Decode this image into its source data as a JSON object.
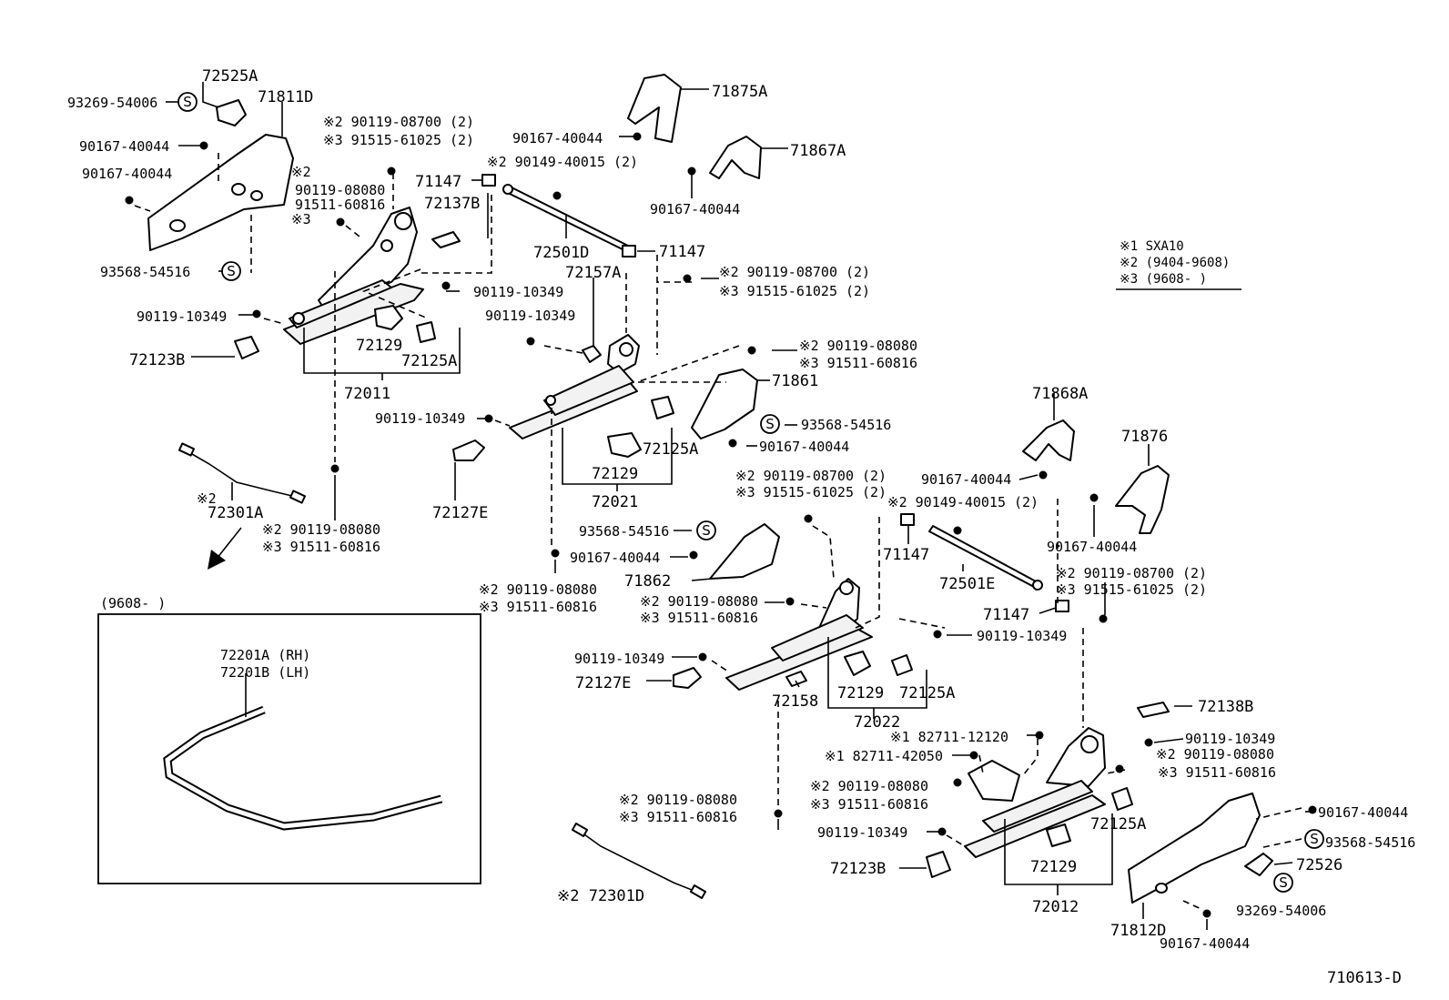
{
  "colors": {
    "ink": "#000000",
    "paper": "#ffffff"
  },
  "legend": {
    "l1": "※1 SXA10",
    "l2": "※2 (9404-9608)",
    "l3": "※3 (9608-       )"
  },
  "inset": {
    "title": "(9608-       )",
    "rh": "72201A (RH)",
    "lh": "72201B (LH)"
  },
  "diagram_id": "710613-D",
  "icons": {
    "s_mark": "S",
    "bolt": "bolt-icon",
    "arrow": "arrow-icon"
  },
  "labels": {
    "p72525A": "72525A",
    "p93269_54006_a": "93269-54006",
    "p71811D": "71811D",
    "p90167_40044_a": "90167-40044",
    "p90167_40044_b": "90167-40044",
    "p93568_54516_a": "93568-54516",
    "p90119_10349_a": "90119-10349",
    "p72123B_a": "72123B",
    "p72011": "72011",
    "p72129_a": "72129",
    "p72125A_a": "72125A",
    "n_top_a2": "※2 90119-08700 (2)",
    "n_top_a3": "※3 91515-61025 (2)",
    "n_mid_a1": "※2",
    "n_mid_a2": "90119-08080",
    "n_mid_a3": "91511-60816",
    "n_mid_a4": "※3",
    "p72137B": "72137B",
    "p71147_a": "71147",
    "n_rod_a": "※2 90149-40015 (2)",
    "p72501D": "72501D",
    "p71147_b": "71147",
    "p90119_10349_b": "90119-10349",
    "p72157A": "72157A",
    "p90119_10349_c": "90119-10349",
    "p71875A": "71875A",
    "p90167_40044_c": "90167-40044",
    "p71867A": "71867A",
    "p90167_40044_d": "90167-40044",
    "n_right_a2": "※2 90119-08700 (2)",
    "n_right_a3": "※3 91515-61025 (2)",
    "n_ctr_a2": "※2 90119-08080",
    "n_ctr_a3": "※3 91511-60816",
    "p71861": "71861",
    "p93568_54516_b": "93568-54516",
    "p90167_40044_e": "90167-40044",
    "p90119_10349_d": "90119-10349",
    "p72129_b": "72129",
    "p72125A_b": "72125A",
    "p72021": "72021",
    "p72127E_a": "72127E",
    "n_left_w2": "※2",
    "p72301A": "72301A",
    "n_left_b2": "※2 90119-08080",
    "n_left_b3": "※3 91511-60816",
    "p93568_54516_c": "93568-54516",
    "p90167_40044_f": "90167-40044",
    "p71862": "71862",
    "n_c_b2": "※2 90119-08080",
    "n_c_b3": "※3 91511-60816",
    "n_c2_b2": "※2 90119-08080",
    "n_c2_b3": "※3 91511-60816",
    "n_e_top2": "※2 90119-08700 (2)",
    "n_e_top3": "※3 91515-61025 (2)",
    "n_e_rod": "※2 90149-40015 (2)",
    "p71147_c": "71147",
    "p72501E": "72501E",
    "n_e_r2": "※2 90119-08700 (2)",
    "n_e_r3": "※3 91515-61025 (2)",
    "p71147_d": "71147",
    "p90119_10349_e": "90119-10349",
    "p90119_10349_f": "90119-10349",
    "p72127E_b": "72127E",
    "p72158": "72158",
    "p72129_c": "72129",
    "p72125A_c": "72125A",
    "p72022": "72022",
    "p71868A": "71868A",
    "p90167_40044_g": "90167-40044",
    "p71876": "71876",
    "p90167_40044_h": "90167-40044",
    "p72138B": "72138B",
    "p90119_10349_g": "90119-10349",
    "n_f_b2": "※2 90119-08080",
    "n_f_b3": "※3 91511-60816",
    "n_f1a": "※1 82711-12120",
    "n_f1b": "※1 82711-42050",
    "n_f_c2": "※2 90119-08080",
    "n_f_c3": "※3 91511-60816",
    "p90119_10349_h": "90119-10349",
    "p72123B_b": "72123B",
    "p72129_d": "72129",
    "p72125A_d": "72125A",
    "p72012": "72012",
    "p90167_40044_i": "90167-40044",
    "p93568_54516_d": "93568-54516",
    "p72526": "72526",
    "p93269_54006_b": "93269-54006",
    "p71812D": "71812D",
    "p90167_40044_j": "90167-40044",
    "n_d_b2": "※2 90119-08080",
    "n_d_b3": "※3 91511-60816",
    "n_d_w2": "※2 72301D"
  }
}
